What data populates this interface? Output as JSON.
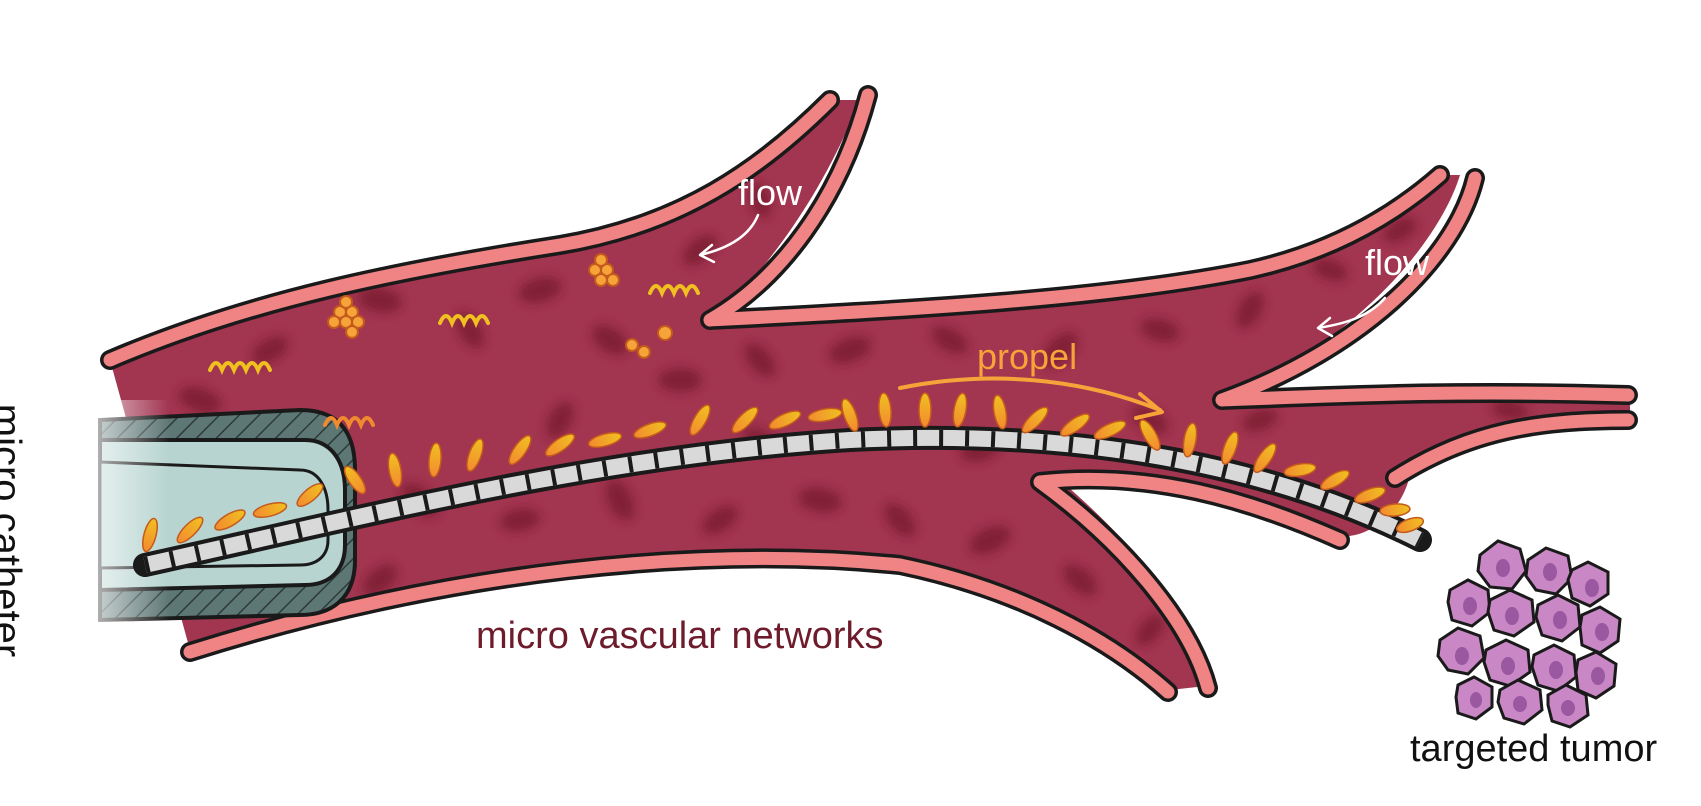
{
  "labels": {
    "flow_upper": "flow",
    "flow_right": "flow",
    "propel": "propel",
    "network": "micro vascular networks",
    "catheter": "micro catheter",
    "tumor": "targeted tumor"
  },
  "colors": {
    "vessel_fill": "#a23550",
    "vessel_wall": "#f08384",
    "cell_dark": "#7c1c30",
    "catheter_body": "#5d7775",
    "catheter_lumen": "#b7d4d0",
    "guidewire": "#d9d9d9",
    "cilia": "#f7a32e",
    "tumor_cell": "#c987c5",
    "tumor_nucleus": "#9a58a0",
    "propel_arrow": "#f6a43a"
  },
  "icons": {
    "flow_arrow": "curved-arrow-icon",
    "propel_arrow": "curved-arrow-right-icon"
  }
}
